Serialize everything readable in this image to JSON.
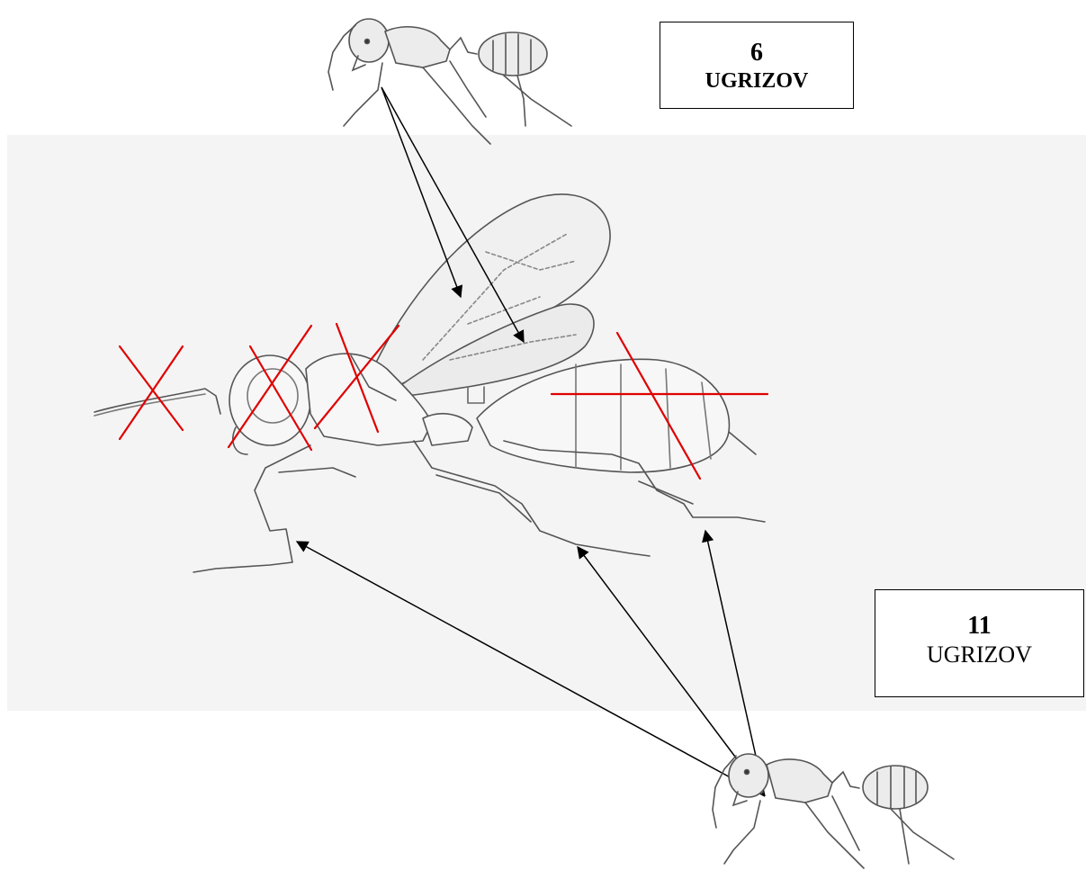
{
  "labels": {
    "top": {
      "number": "6",
      "name": "UGRIZOV"
    },
    "bottom": {
      "number": "11",
      "name": "UGRIZOV"
    }
  },
  "colors": {
    "drawing": "#555555",
    "arrow": "#000000",
    "cross": "#e00000",
    "paper": "#f4f4f4"
  }
}
